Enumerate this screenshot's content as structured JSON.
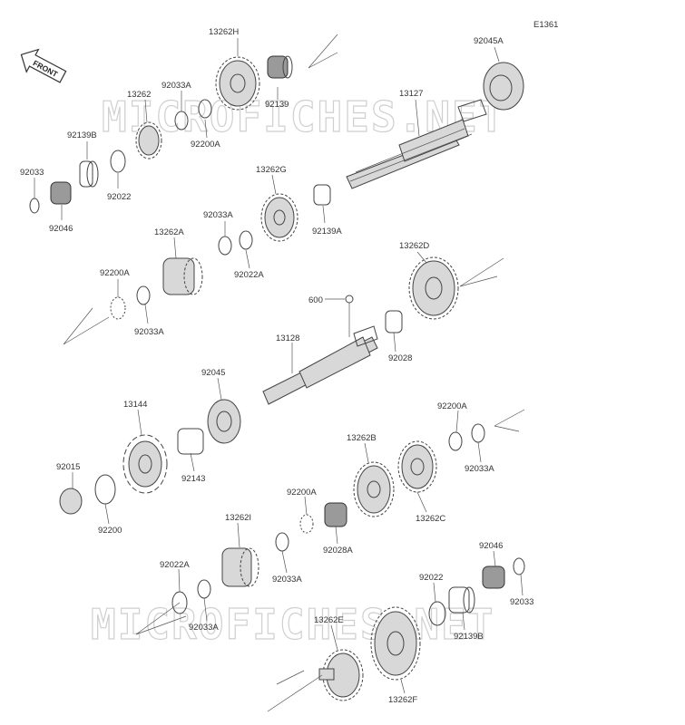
{
  "diagram": {
    "code": "E1361",
    "front_label": "FRONT",
    "watermark": "MICROFICHES.NET",
    "parts": [
      {
        "id": "p-13262H",
        "label": "13262H"
      },
      {
        "id": "p-92139",
        "label": "92139"
      },
      {
        "id": "p-92045A",
        "label": "92045A"
      },
      {
        "id": "p-13262",
        "label": "13262"
      },
      {
        "id": "p-92033A-1",
        "label": "92033A"
      },
      {
        "id": "p-92200A-1",
        "label": "92200A"
      },
      {
        "id": "p-13127",
        "label": "13127"
      },
      {
        "id": "p-92139B-1",
        "label": "92139B"
      },
      {
        "id": "p-92033-1",
        "label": "92033"
      },
      {
        "id": "p-92022-1",
        "label": "92022"
      },
      {
        "id": "p-92046-1",
        "label": "92046"
      },
      {
        "id": "p-13262G",
        "label": "13262G"
      },
      {
        "id": "p-92033A-2",
        "label": "92033A"
      },
      {
        "id": "p-92022A-1",
        "label": "92022A"
      },
      {
        "id": "p-92139A",
        "label": "92139A"
      },
      {
        "id": "p-13262A",
        "label": "13262A"
      },
      {
        "id": "p-13262D",
        "label": "13262D"
      },
      {
        "id": "p-92200A-2",
        "label": "92200A"
      },
      {
        "id": "p-92033A-3",
        "label": "92033A"
      },
      {
        "id": "p-600",
        "label": "600"
      },
      {
        "id": "p-13128",
        "label": "13128"
      },
      {
        "id": "p-92028",
        "label": "92028"
      },
      {
        "id": "p-92045",
        "label": "92045"
      },
      {
        "id": "p-13144",
        "label": "13144"
      },
      {
        "id": "p-92200A-3",
        "label": "92200A"
      },
      {
        "id": "p-13262B",
        "label": "13262B"
      },
      {
        "id": "p-92033A-4",
        "label": "92033A"
      },
      {
        "id": "p-92143",
        "label": "92143"
      },
      {
        "id": "p-92015",
        "label": "92015"
      },
      {
        "id": "p-92200",
        "label": "92200"
      },
      {
        "id": "p-13262C",
        "label": "13262C"
      },
      {
        "id": "p-92200A-4",
        "label": "92200A"
      },
      {
        "id": "p-92028A",
        "label": "92028A"
      },
      {
        "id": "p-13262I",
        "label": "13262I"
      },
      {
        "id": "p-92046-2",
        "label": "92046"
      },
      {
        "id": "p-92033A-5",
        "label": "92033A"
      },
      {
        "id": "p-92022-2",
        "label": "92022"
      },
      {
        "id": "p-92022A-2",
        "label": "92022A"
      },
      {
        "id": "p-92033-2",
        "label": "92033"
      },
      {
        "id": "p-92033A-6",
        "label": "92033A"
      },
      {
        "id": "p-13262E",
        "label": "13262E"
      },
      {
        "id": "p-92139B-2",
        "label": "92139B"
      },
      {
        "id": "p-13262F",
        "label": "13262F"
      }
    ]
  }
}
